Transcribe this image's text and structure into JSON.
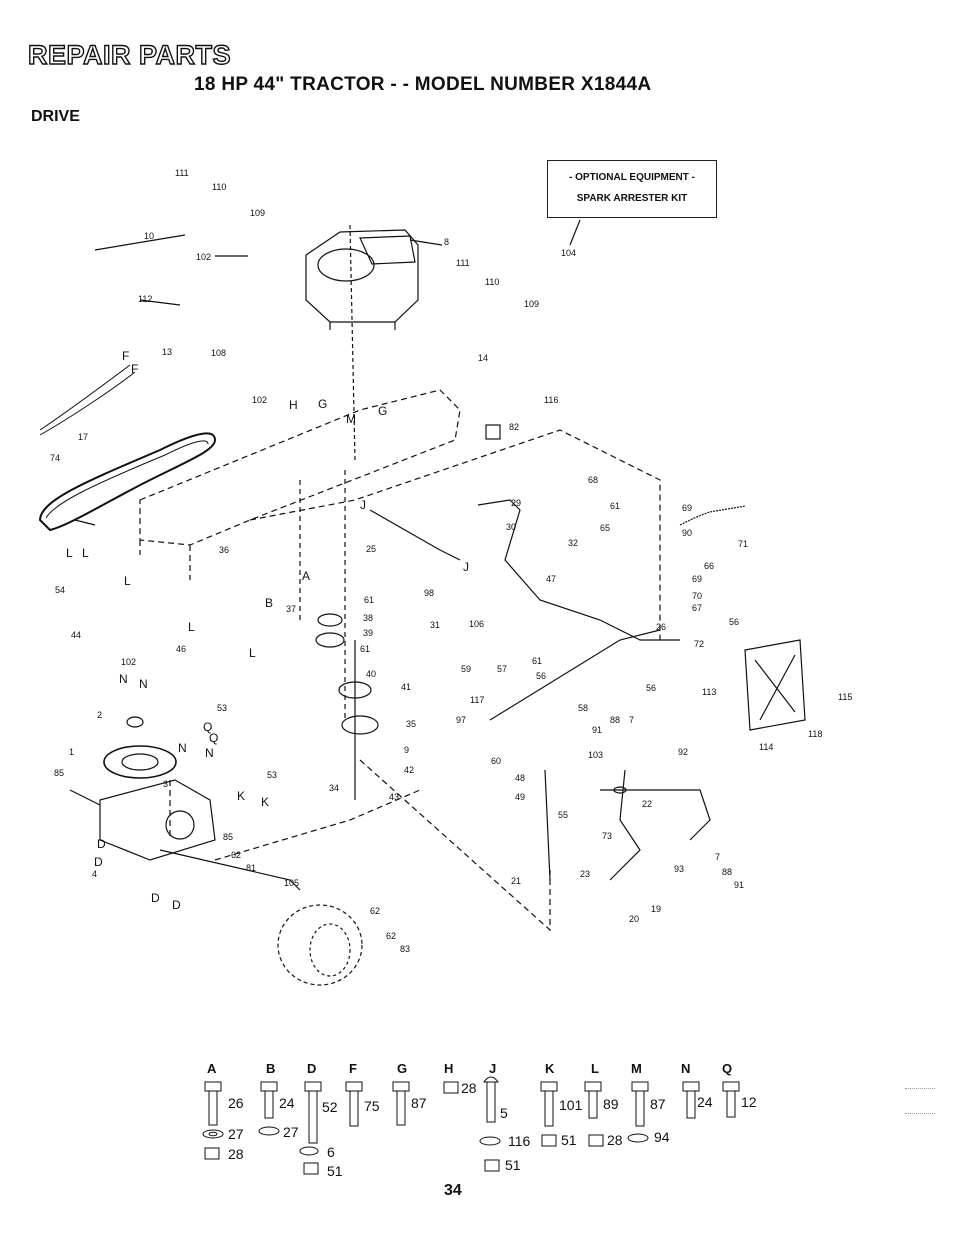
{
  "header": {
    "title": "REPAIR PARTS",
    "subtitle": "18 HP 44\" TRACTOR - - MODEL NUMBER X1844A",
    "section": "DRIVE"
  },
  "optional_box": {
    "line1": "- OPTIONAL EQUIPMENT -",
    "line2": "SPARK ARRESTER KIT"
  },
  "part_labels": [
    "111",
    "110",
    "109",
    "10",
    "102",
    "112",
    "13",
    "108",
    "8",
    "111",
    "110",
    "109",
    "14",
    "104",
    "116",
    "82",
    "102",
    "H",
    "G",
    "M",
    "G",
    "17",
    "74",
    "F",
    "F",
    "29",
    "30",
    "32",
    "47",
    "68",
    "61",
    "65",
    "69",
    "90",
    "71",
    "66",
    "69",
    "70",
    "67",
    "56",
    "26",
    "72",
    "36",
    "25",
    "J",
    "J",
    "L",
    "L",
    "L",
    "54",
    "L",
    "A",
    "B",
    "61",
    "37",
    "38",
    "39",
    "98",
    "31",
    "106",
    "44",
    "61",
    "40",
    "46",
    "L",
    "41",
    "102",
    "N",
    "N",
    "53",
    "2",
    "Q",
    "Q",
    "35",
    "1",
    "N",
    "N",
    "9",
    "85",
    "53",
    "42",
    "3",
    "34",
    "43",
    "K",
    "K",
    "85",
    "62",
    "81",
    "105",
    "4",
    "D",
    "D",
    "D",
    "D",
    "59",
    "57",
    "61",
    "56",
    "58",
    "117",
    "97",
    "60",
    "56",
    "113",
    "115",
    "114",
    "118",
    "92",
    "88",
    "7",
    "91",
    "48",
    "49",
    "103",
    "55",
    "22",
    "73",
    "7",
    "88",
    "91",
    "21",
    "23",
    "93",
    "20",
    "19",
    "62",
    "62",
    "83"
  ],
  "hardware_key": [
    {
      "letter": "A",
      "items": [
        "26",
        "27",
        "28"
      ]
    },
    {
      "letter": "B",
      "items": [
        "24",
        "27",
        "6",
        "51"
      ]
    },
    {
      "letter": "D",
      "items": [
        "52"
      ]
    },
    {
      "letter": "F",
      "items": [
        "75"
      ]
    },
    {
      "letter": "G",
      "items": [
        "87"
      ]
    },
    {
      "letter": "H",
      "items": [
        "28"
      ]
    },
    {
      "letter": "J",
      "items": [
        "5",
        "116",
        "51"
      ]
    },
    {
      "letter": "K",
      "items": [
        "101",
        "51"
      ]
    },
    {
      "letter": "L",
      "items": [
        "89",
        "28"
      ]
    },
    {
      "letter": "M",
      "items": [
        "87",
        "94"
      ]
    },
    {
      "letter": "N",
      "items": [
        "24"
      ]
    },
    {
      "letter": "Q",
      "items": [
        "12"
      ]
    }
  ],
  "page_number": "34",
  "colors": {
    "ink": "#111111",
    "paper": "#ffffff"
  }
}
